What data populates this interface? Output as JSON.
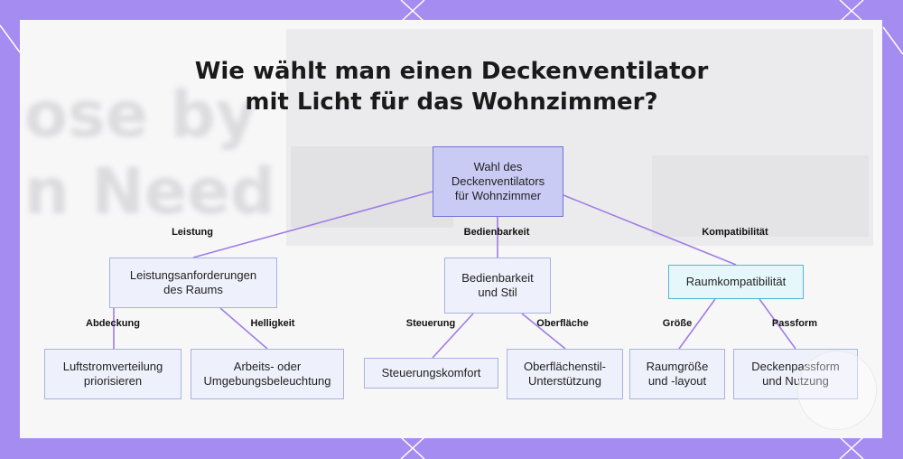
{
  "title": {
    "line1": "Wie wählt man einen Deckenventilator",
    "line2": "mit Licht für das Wohnzimmer?"
  },
  "background_text": [
    "ose by",
    "n Need"
  ],
  "diagram": {
    "root": {
      "l1": "Wahl des",
      "l2": "Deckenventilators",
      "l3": "für Wohnzimmer"
    },
    "edges_level1": {
      "left": "Leistung",
      "middle": "Bedienbarkeit",
      "right": "Kompatibilität"
    },
    "level1": {
      "left": {
        "l1": "Leistungsanforderungen",
        "l2": "des Raums"
      },
      "middle": {
        "l1": "Bedienbarkeit",
        "l2": "und Stil"
      },
      "right": {
        "l1": "Raumkompatibilität"
      }
    },
    "edges_level2": {
      "a": "Abdeckung",
      "b": "Helligkeit",
      "c": "Steuerung",
      "d": "Oberfläche",
      "e": "Größe",
      "f": "Passform"
    },
    "leaves": {
      "a": {
        "l1": "Luftstromverteilung",
        "l2": "priorisieren"
      },
      "b": {
        "l1": "Arbeits- oder",
        "l2": "Umgebungsbeleuchtung"
      },
      "c": {
        "l1": "Steuerungskomfort"
      },
      "d": {
        "l1": "Oberflächenstil-",
        "l2": "Unterstützung"
      },
      "e": {
        "l1": "Raumgröße",
        "l2": "und -layout"
      },
      "f": {
        "l1": "Deckenpassform",
        "l2": "und Nutzung"
      }
    }
  },
  "colors": {
    "frame": "#a58cf0",
    "connector": "#a07ce6",
    "root_fill": "#c9cbf5",
    "node_fill": "#eef0fb",
    "highlight_border": "#4fb9cc"
  }
}
